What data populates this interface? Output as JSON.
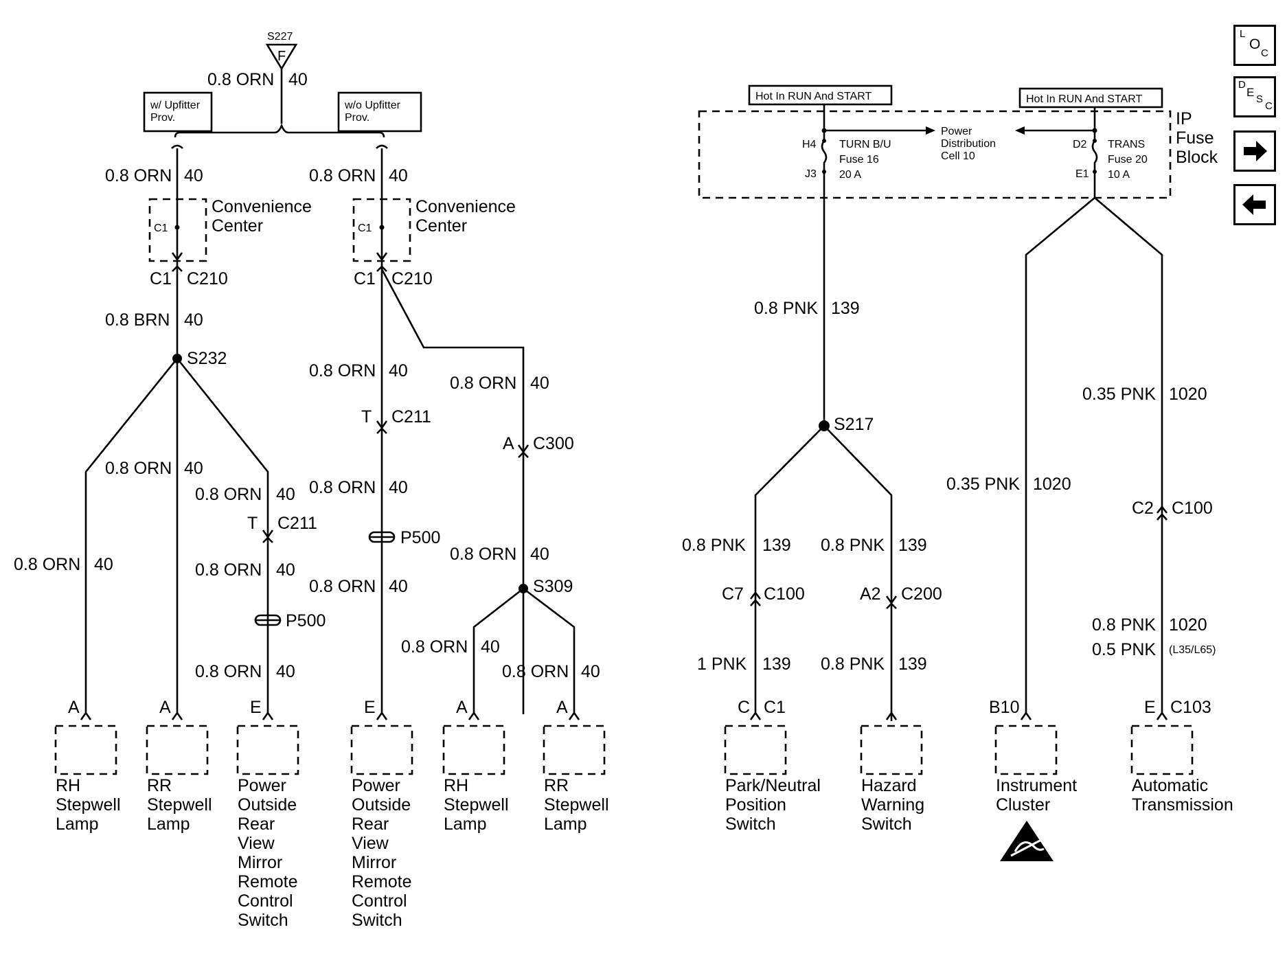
{
  "nav": {
    "loc": {
      "l": "L",
      "o": "O",
      "c": "C"
    },
    "desc": {
      "d": "D",
      "e": "E",
      "s": "S",
      "c": "C"
    },
    "next_icon": "right-arrow-icon",
    "prev_icon": "left-arrow-icon"
  },
  "left": {
    "splice_top": {
      "id": "S227",
      "letter": "F"
    },
    "wire_top": {
      "gauge": "0.8 ORN",
      "circuit": "40"
    },
    "with_upfitter": "w/ Upfitter\nProv.",
    "without_upfitter": "w/o Upfitter\nProv.",
    "branch_a": {
      "wire1": {
        "gauge": "0.8 ORN",
        "circuit": "40"
      },
      "conv_center": "Convenience\nCenter",
      "conv_pin": "C1",
      "conn_pin": "C1",
      "conn_id": "C210",
      "wire2": {
        "gauge": "0.8 BRN",
        "circuit": "40"
      },
      "splice": "S232",
      "wire_rr": {
        "gauge": "0.8 ORN",
        "circuit": "40"
      },
      "wire_rh": {
        "gauge": "0.8 ORN",
        "circuit": "40"
      },
      "wire_pm1": {
        "gauge": "0.8 ORN",
        "circuit": "40"
      },
      "c211": {
        "pin": "T",
        "id": "C211"
      },
      "wire_pm2": {
        "gauge": "0.8 ORN",
        "circuit": "40"
      },
      "p500": "P500",
      "wire_pm3": {
        "gauge": "0.8 ORN",
        "circuit": "40"
      }
    },
    "branch_b": {
      "wire1": {
        "gauge": "0.8 ORN",
        "circuit": "40"
      },
      "conv_center": "Convenience\nCenter",
      "conv_pin": "C1",
      "conn_pin": "C1",
      "conn_id": "C210",
      "wire_pm1": {
        "gauge": "0.8 ORN",
        "circuit": "40"
      },
      "c211": {
        "pin": "T",
        "id": "C211"
      },
      "wire_pm2": {
        "gauge": "0.8 ORN",
        "circuit": "40"
      },
      "p500": "P500",
      "wire_pm3": {
        "gauge": "0.8 ORN",
        "circuit": "40"
      },
      "wire_s1": {
        "gauge": "0.8 ORN",
        "circuit": "40"
      },
      "c300": {
        "pin": "A",
        "id": "C300"
      },
      "wire_s2": {
        "gauge": "0.8 ORN",
        "circuit": "40"
      },
      "splice": "S309",
      "wire_rh": {
        "gauge": "0.8 ORN",
        "circuit": "40"
      },
      "wire_rr": {
        "gauge": "0.8 ORN",
        "circuit": "40"
      }
    },
    "components": [
      {
        "pin": "A",
        "name": "RH\nStepwell\nLamp"
      },
      {
        "pin": "A",
        "name": "RR\nStepwell\nLamp"
      },
      {
        "pin": "E",
        "name": "Power\nOutside\nRear\nView\nMirror\nRemote\nControl\nSwitch"
      },
      {
        "pin": "E",
        "name": "Power\nOutside\nRear\nView\nMirror\nRemote\nControl\nSwitch"
      },
      {
        "pin": "A",
        "name": "RH\nStepwell\nLamp"
      },
      {
        "pin": "A",
        "name": "RR\nStepwell\nLamp"
      }
    ]
  },
  "right": {
    "hot1": "Hot In RUN And START",
    "hot2": "Hot In RUN And START",
    "fuse_block": "IP\nFuse\nBlock",
    "power_dist": "Power\nDistribution\nCell 10",
    "fuse16": {
      "in_pin": "H4",
      "out_pin": "J3",
      "name": "TURN B/U",
      "fuse": "Fuse 16",
      "amps": "20 A"
    },
    "fuse20": {
      "in_pin": "D2",
      "out_pin": "E1",
      "name": "TRANS",
      "fuse": "Fuse 20",
      "amps": "10 A"
    },
    "wire_139_main": {
      "gauge": "0.8 PNK",
      "circuit": "139"
    },
    "splice": "S217",
    "wire_pn1": {
      "gauge": "0.8 PNK",
      "circuit": "139"
    },
    "c100_a": {
      "pin": "C7",
      "id": "C100"
    },
    "wire_pn2": {
      "gauge": "1 PNK",
      "circuit": "139"
    },
    "wire_hz1": {
      "gauge": "0.8 PNK",
      "circuit": "139"
    },
    "c200": {
      "pin": "A2",
      "id": "C200"
    },
    "wire_hz2": {
      "gauge": "0.8 PNK",
      "circuit": "139"
    },
    "wire_ic": {
      "gauge": "0.35 PNK",
      "circuit": "1020"
    },
    "wire_at1": {
      "gauge": "0.35 PNK",
      "circuit": "1020"
    },
    "c100_b": {
      "pin": "C2",
      "id": "C100"
    },
    "wire_at2": {
      "gauge": "0.8 PNK",
      "circuit": "1020"
    },
    "wire_at3": {
      "gauge": "0.5 PNK",
      "circuit": "(L35/L65)"
    },
    "components": [
      {
        "pin": "C",
        "conn": "C1",
        "name": "Park/Neutral\nPosition\nSwitch"
      },
      {
        "pin": "",
        "conn": "",
        "name": "Hazard\nWarning\nSwitch"
      },
      {
        "pin": "B10",
        "conn": "",
        "name": "Instrument\nCluster"
      },
      {
        "pin": "E",
        "conn": "C103",
        "name": "Automatic\nTransmission"
      }
    ],
    "esd_icon": "esd-warning-icon"
  }
}
